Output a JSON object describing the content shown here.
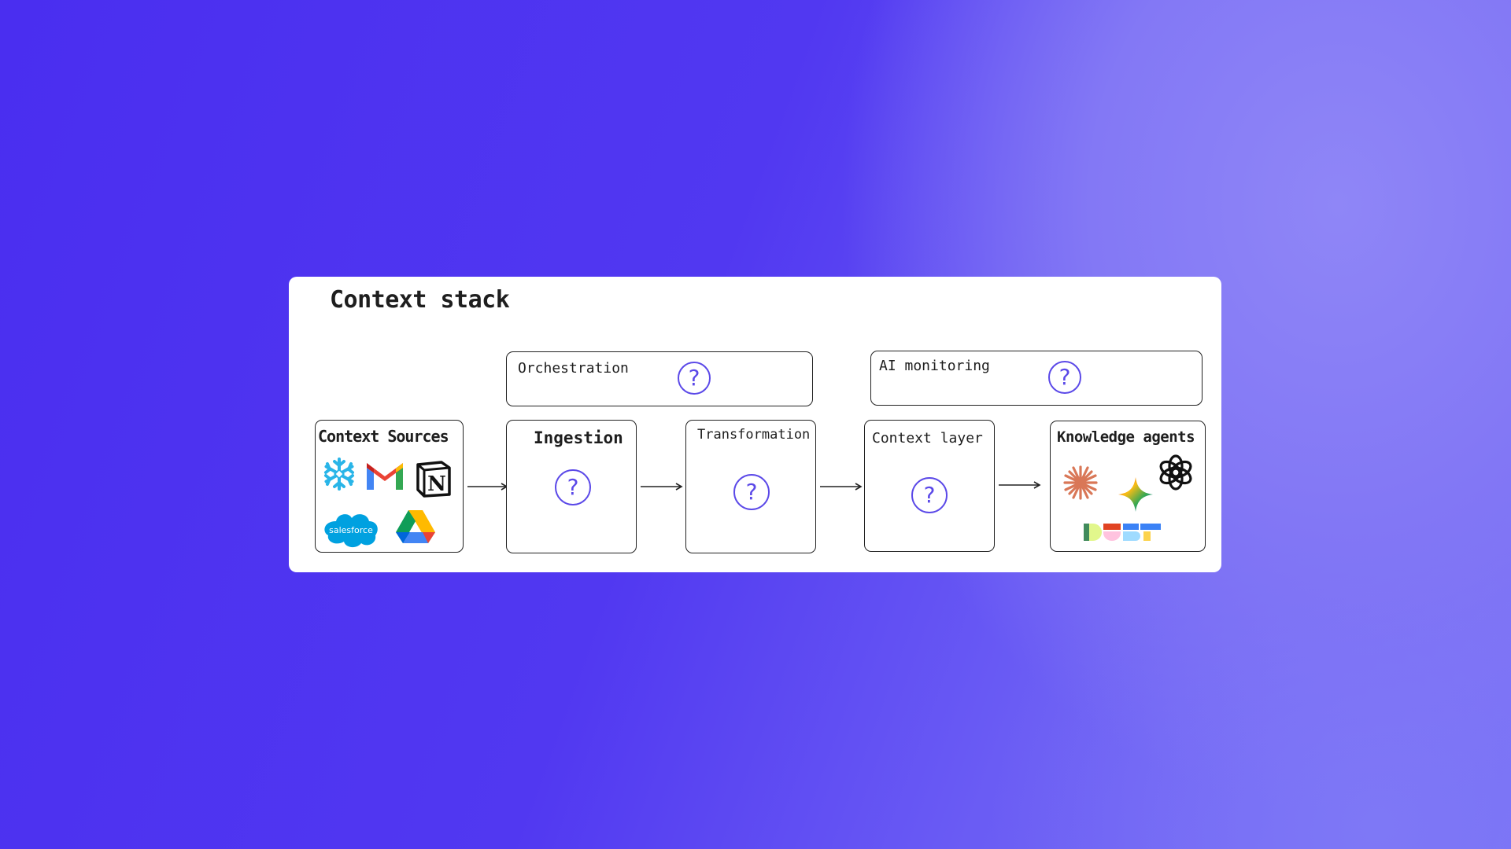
{
  "title": "Context stack",
  "top_layers": [
    {
      "label": "Orchestration",
      "symbol": "?"
    },
    {
      "label": "AI monitoring",
      "symbol": "?"
    }
  ],
  "pipeline": [
    {
      "label": "Context Sources"
    },
    {
      "label": "Ingestion",
      "symbol": "?"
    },
    {
      "label": "Transformation",
      "symbol": "?"
    },
    {
      "label": "Context layer",
      "symbol": "?"
    },
    {
      "label": "Knowledge agents"
    }
  ],
  "sources_icons": [
    "snowflake-icon",
    "gmail-icon",
    "notion-icon",
    "salesforce-icon",
    "google-drive-icon"
  ],
  "salesforce_text": "salesforce",
  "notion_letter": "N",
  "agents_icons": [
    "claude-icon",
    "gemini-icon",
    "openai-icon",
    "dust-icon"
  ],
  "colors": {
    "accent": "#5b49e8",
    "background": "#4a2ef0"
  }
}
